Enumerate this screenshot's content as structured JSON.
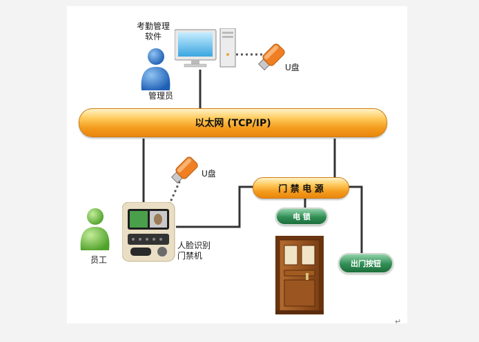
{
  "admin": {
    "software_label": "考勤管理\n软件",
    "role_label": "管理员"
  },
  "usb": {
    "label_top": "U盘",
    "label_mid": "U盘"
  },
  "network": {
    "label": "以太网 (TCP/IP)"
  },
  "power": {
    "label": "门 禁 电 源"
  },
  "lock": {
    "label": "电 锁"
  },
  "exit_button": {
    "label": "出门按钮"
  },
  "face_terminal": {
    "label": "人脸识别\n门禁机"
  },
  "employee": {
    "label": "员工"
  },
  "colors": {
    "bus_orange": "#f39a1c",
    "node_green": "#2f8d54",
    "person_blue": "#2a6fc4",
    "person_green": "#6bbf3a",
    "door_brown": "#8a4a1a"
  }
}
